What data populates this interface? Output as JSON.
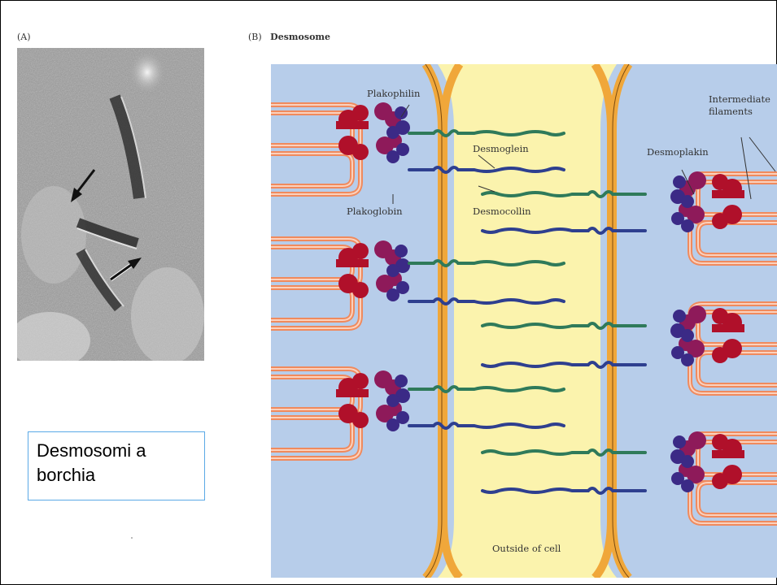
{
  "panel_a": {
    "label": "(A)"
  },
  "panel_b": {
    "label": "(B)",
    "title": "Desmosome"
  },
  "caption": {
    "line1": "Desmosomi a",
    "line2": "borchia"
  },
  "diagram_labels": {
    "plakophilin": "Plakophilin",
    "plakoglobin": "Plakoglobin",
    "desmoglein": "Desmoglein",
    "desmocollin": "Desmocollin",
    "desmoplakin": "Desmoplakin",
    "intermediate_line1": "Intermediate",
    "intermediate_line2": "filaments",
    "outside_of_cell": "Outside of cell"
  },
  "colors": {
    "cytoplasm": "#b7cdea",
    "extracellular": "#fbf3ad",
    "membrane": "#f0a73a",
    "filament": "#f08a5d",
    "desmoplakin": "#b0102a",
    "plakophilin": "#8e1a5a",
    "plakoglobin": "#3b2a86",
    "desmoglein": "#2e3f8f",
    "desmocollin": "#2f7a5a"
  },
  "icons": {
    "arrow1": "arrow-pointer-icon",
    "arrow2": "arrow-pointer-icon"
  }
}
